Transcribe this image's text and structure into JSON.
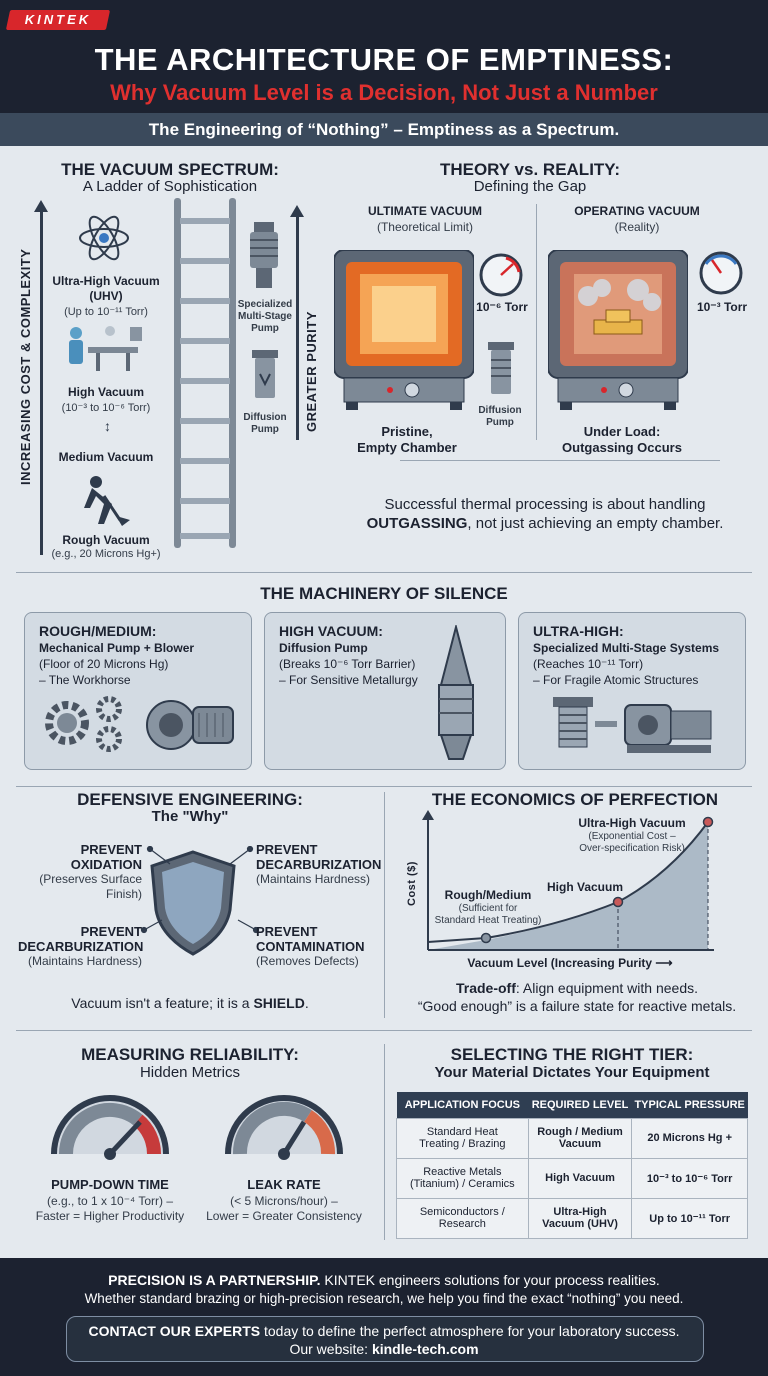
{
  "header": {
    "logo": "KINTEK",
    "title": "THE ARCHITECTURE OF EMPTINESS:",
    "subtitle": "Why Vacuum Level is a Decision, Not Just a Number",
    "banner": "The Engineering of “Nothing” – Emptiness as a Spectrum."
  },
  "spectrum": {
    "title": "THE VACUUM SPECTRUM:",
    "subtitle": "A Ladder of Sophistication",
    "left_axis": "INCREASING COST & COMPLEXITY",
    "right_axis": "GREATER PURITY",
    "levels": [
      {
        "name": "Ultra-High Vacuum",
        "abbr": "(UHV)",
        "detail": "(Up to 10⁻¹¹ Torr)"
      },
      {
        "name": "High Vacuum",
        "detail": "(10⁻³ to 10⁻⁶ Torr)"
      },
      {
        "name": "Medium Vacuum"
      },
      {
        "name": "Rough Vacuum",
        "detail": "(e.g., 20 Microns Hg+)"
      }
    ],
    "pumps": [
      {
        "line1": "Specialized",
        "line2": "Multi-Stage",
        "line3": "Pump"
      },
      {
        "line1": "Diffusion",
        "line2": "Pump"
      }
    ]
  },
  "theory": {
    "title": "THEORY vs. REALITY:",
    "subtitle": "Defining the Gap",
    "ultimate": {
      "title": "ULTIMATE VACUUM",
      "sub": "(Theoretical Limit)",
      "pressure": "10⁻⁶ Torr",
      "caption1": "Pristine,",
      "caption2": "Empty Chamber"
    },
    "operating": {
      "title": "OPERATING VACUUM",
      "sub": "(Reality)",
      "pressure": "10⁻³ Torr",
      "caption1": "Under Load:",
      "caption2": "Outgassing Occurs"
    },
    "pump1": "Diffusion",
    "pump2": "Pump",
    "note1": "Successful thermal processing is about handling",
    "note2_bold": "OUTGASSING",
    "note2_rest": ", not just achieving an empty chamber."
  },
  "machinery": {
    "title": "THE MACHINERY OF SILENCE",
    "cards": [
      {
        "title": "ROUGH/MEDIUM:",
        "line1": "Mechanical Pump + Blower",
        "line2": "(Floor of 20 Microns Hg)",
        "line3": "– The Workhorse"
      },
      {
        "title": "HIGH VACUUM:",
        "line1": "Diffusion Pump",
        "line2": "(Breaks 10⁻⁶ Torr Barrier)",
        "line3": "– For Sensitive Metallurgy"
      },
      {
        "title": "ULTRA-HIGH:",
        "line1": "Specialized Multi-Stage Systems",
        "line2": "(Reaches 10⁻¹¹ Torr)",
        "line3": "– For Fragile Atomic Structures"
      }
    ]
  },
  "defensive": {
    "title": "DEFENSIVE ENGINEERING:",
    "subtitle": "The \"Why\"",
    "items": [
      {
        "a": "PREVENT",
        "b": "OXIDATION",
        "c": "(Preserves Surface",
        "d": "Finish)"
      },
      {
        "a": "PREVENT",
        "b": "DECARBURIZATION",
        "c": "(Maintains Hardness)"
      },
      {
        "a": "PREVENT",
        "b": "DECARBURIZATION",
        "c": "(Maintains Hardness)"
      },
      {
        "a": "PREVENT",
        "b": "CONTAMINATION",
        "c": "(Removes Defects)"
      }
    ],
    "footer_pre": "Vacuum isn't a feature; it is a ",
    "footer_bold": "SHIELD",
    "footer_post": "."
  },
  "economics": {
    "title": "THE ECONOMICS OF PERFECTION",
    "ylabel": "Cost ($)",
    "xlabel": "Vacuum Level (Increasing Purity ⟶",
    "points": [
      {
        "label": "Rough/Medium",
        "n1": "(Sufficient for",
        "n2": "Standard Heat Treating)"
      },
      {
        "label": "High Vacuum"
      },
      {
        "label": "Ultra-High Vacuum",
        "n1": "(Exponential Cost –",
        "n2": "Over-specification Risk)"
      }
    ],
    "tradeoff_bold": "Trade-off",
    "tradeoff_rest": ": Align equipment with needs.",
    "tradeoff_line2": "“Good enough” is a failure state for reactive metals."
  },
  "reliability": {
    "title": "MEASURING RELIABILITY:",
    "subtitle": "Hidden Metrics",
    "gauges": [
      {
        "name": "PUMP-DOWN TIME",
        "d1": "(e.g., to 1 x 10⁻⁴ Torr) –",
        "d2": "Faster = Higher Productivity"
      },
      {
        "name": "LEAK RATE",
        "d1": "(< 5 Microns/hour) –",
        "d2": "Lower = Greater Consistency"
      }
    ]
  },
  "tier": {
    "title": "SELECTING THE RIGHT TIER:",
    "subtitle": "Your Material Dictates Your Equipment",
    "headers": [
      "APPLICATION FOCUS",
      "REQUIRED LEVEL",
      "TYPICAL PRESSURE"
    ],
    "rows": [
      {
        "a1": "Standard Heat",
        "a2": "Treating / Brazing",
        "b1": "Rough / Medium",
        "b2": "Vacuum",
        "c": "20 Microns Hg +"
      },
      {
        "a1": "Reactive Metals",
        "a2": "(Titanium) / Ceramics",
        "b1": "High Vacuum",
        "b2": "",
        "c": "10⁻³ to 10⁻⁶ Torr"
      },
      {
        "a1": "Semiconductors /",
        "a2": "Research",
        "b1": "Ultra-High",
        "b2": "Vacuum (UHV)",
        "c": "Up to 10⁻¹¹ Torr"
      }
    ]
  },
  "footer": {
    "bold1": "PRECISION IS A PARTNERSHIP.",
    "rest1": " KINTEK engineers solutions for your process realities.",
    "line2": "Whether standard brazing or high-precision research, we help you find the exact “nothing” you need.",
    "contact_bold": "CONTACT OUR EXPERTS",
    "contact_rest": " today to define the perfect atmosphere for your laboratory success.",
    "website_label": "Our website: ",
    "website": "kindle-tech.com"
  }
}
